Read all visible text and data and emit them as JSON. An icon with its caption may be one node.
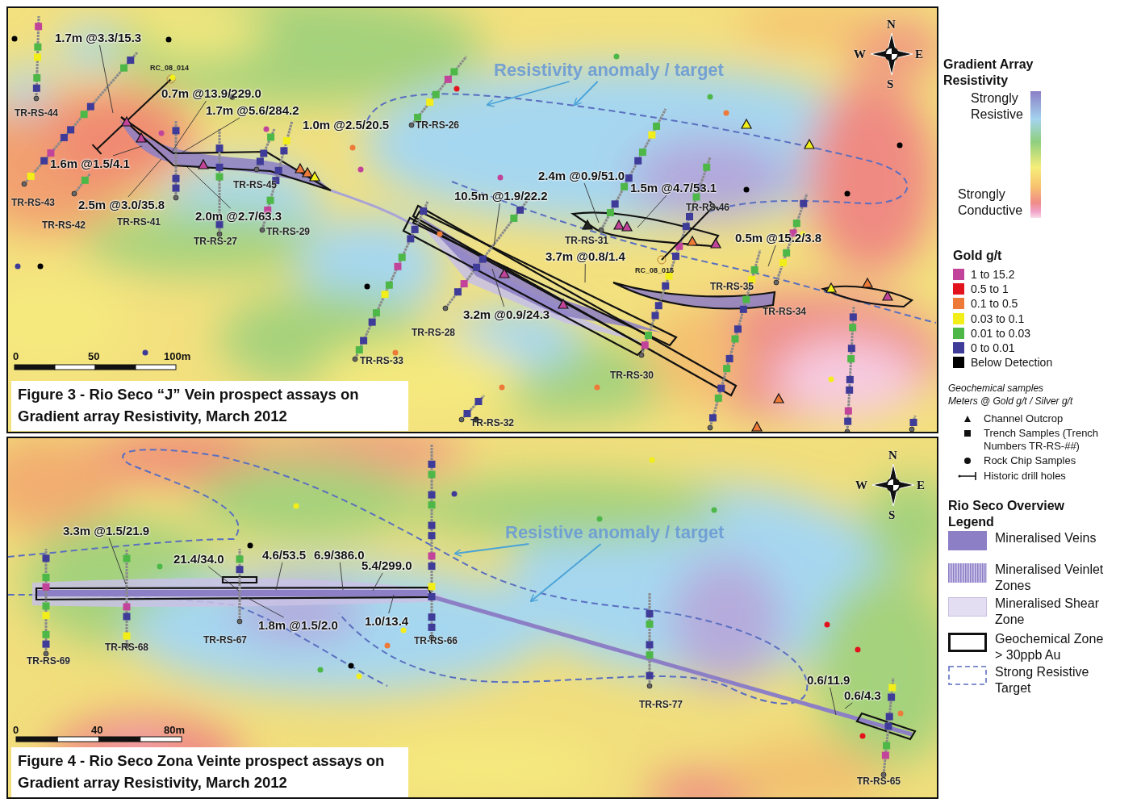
{
  "diagram": {
    "nodes": [
      {
        "text": [],
        "shape": "picture"
      },
      {
        "text": [
          "1.7m @3.3/15.3"
        ],
        "in": 0
      },
      {
        "text": [
          "0.7m @13.9/229.0"
        ],
        "in": 0
      },
      {
        "text": [
          "1.7m @5.6/284.2"
        ],
        "in": 0
      },
      {
        "text": [
          "1.6m @1.5/4.1"
        ],
        "in": 0
      },
      {
        "text": [
          "2.5m @3.0/35.8"
        ],
        "in": 0
      },
      {
        "text": [
          "2.0m @2.7/63.3"
        ],
        "in": 0
      },
      {
        "text": [
          "Resistivity anomaly / target"
        ],
        "in": 0
      },
      {
        "text": [
          "10.5m @1.9/22.2"
        ],
        "in": 0
      },
      {
        "text": [
          "2.4m @0.9/51.0"
        ],
        "in": 0
      },
      {
        "text": [
          "1.5m @4.7/53.1"
        ],
        "in": 0
      },
      {
        "text": [
          "3.7m @0.8/1.4"
        ],
        "in": 0
      },
      {
        "text": [
          "0.5m @15.2/3.8"
        ],
        "in": 0
      },
      {
        "text": [
          "3.2m @0.9/24.3"
        ],
        "in": 0
      },
      {
        "text": [
          "Figure 3 - Rio Seco “J” Vein prospect assays on Gradient array Resistivity, March 2012"
        ],
        "in": 0
      },
      {
        "text": [],
        "shape": "picture"
      },
      {
        "text": [
          "3.3m @1.5/21.9"
        ],
        "in": 15
      },
      {
        "text": [
          "Resistive anomaly / target"
        ],
        "in": 15
      },
      {
        "text": [
          "21.4/34.0"
        ],
        "in": 15
      },
      {
        "text": [
          "4.6/53.5"
        ],
        "in": 15
      },
      {
        "text": [
          "6.9/386.0"
        ],
        "in": 15
      },
      {
        "text": [
          "5.4/299.0"
        ],
        "in": 15
      },
      {
        "text": [
          "1.8m @1.5/2.0"
        ],
        "in": 15
      },
      {
        "text": [
          "1.0/13.4"
        ],
        "in": 15
      },
      {
        "text": [
          "0.6/11.9"
        ],
        "in": 15
      },
      {
        "text": [
          "0.6/4.3"
        ],
        "in": 15
      },
      {
        "text": [
          "Figure 4 - Rio Seco Zona Veinte prospect assays on Gradient array Resistivity, March 2012"
        ],
        "in": 15
      }
    ],
    "edges": [
      {
        "from": 1,
        "to": null,
        "arrow": "none"
      },
      {
        "from": 2,
        "to": null,
        "arrow": "none"
      },
      {
        "from": 3,
        "to": null,
        "arrow": "none"
      },
      {
        "from": 4,
        "to": null,
        "arrow": "none"
      },
      {
        "from": 5,
        "to": null,
        "arrow": "none"
      },
      {
        "from": 6,
        "to": null,
        "arrow": "none"
      },
      {
        "from": 7,
        "to": null,
        "arrow": "to",
        "color": "#4aa3d8"
      },
      {
        "from": 7,
        "to": null,
        "arrow": "to",
        "color": "#4aa3d8"
      },
      {
        "from": 8,
        "to": null,
        "arrow": "none"
      },
      {
        "from": 9,
        "to": null,
        "arrow": "none"
      },
      {
        "from": 10,
        "to": null,
        "arrow": "none"
      },
      {
        "from": 11,
        "to": null,
        "arrow": "none"
      },
      {
        "from": 13,
        "to": null,
        "arrow": "none"
      },
      {
        "from": 12,
        "to": null,
        "arrow": "none"
      },
      {
        "from": 16,
        "to": null,
        "arrow": "none"
      },
      {
        "from": 17,
        "to": null,
        "arrow": "to",
        "color": "#4aa3d8"
      },
      {
        "from": 17,
        "to": null,
        "arrow": "to",
        "color": "#4aa3d8"
      },
      {
        "from": 18,
        "to": null,
        "arrow": "none"
      },
      {
        "from": 19,
        "to": null,
        "arrow": "none"
      },
      {
        "from": 20,
        "to": null,
        "arrow": "none"
      },
      {
        "from": 21,
        "to": null,
        "arrow": "none"
      },
      {
        "from": 22,
        "to": null,
        "arrow": "none"
      },
      {
        "from": 23,
        "to": null,
        "arrow": "none"
      },
      {
        "from": 24,
        "to": null,
        "arrow": "none"
      },
      {
        "from": 25,
        "to": null,
        "arrow": "none"
      }
    ],
    "labels": [
      "1.0m @2.5/20.5",
      "TR-RS-44",
      "TR-RS-26",
      "RC_08_014",
      "TR-RS-43",
      "TR-RS-45",
      "TR-RS-42",
      "TR-RS-41",
      "TR-RS-27",
      "TR-RS-29",
      "TR-RS-46",
      "TR-RS-31",
      "RC_08_015",
      "TR-RS-35",
      "TR-RS-34",
      "TR-RS-28",
      "TR-RS-30",
      "TR-RS-33",
      "TR-RS-32",
      "0",
      "50",
      "100m",
      "N",
      "W",
      "E",
      "S",
      "Gradient Array Resistivity",
      "Strongly Resistive",
      "Strongly Conductive",
      "Gold g/t",
      "Geochemical samples",
      "Meters @ Gold g/t / Silver g/t",
      "TR-RS-69",
      "TR-RS-68",
      "TR-RS-67",
      "TR-RS-66",
      "TR-RS-77",
      "TR-RS-65",
      "0",
      "40",
      "80m",
      "N",
      "W",
      "E",
      "S",
      "Rio Seco Overview Legend"
    ],
    "legend": [
      {
        "text": "1 to 15.2",
        "color": "#c2449a"
      },
      {
        "text": "0.5 to 1",
        "color": "#e3131e"
      },
      {
        "text": "0.1 to 0.5",
        "color": "#ee7a3a"
      },
      {
        "text": "0.03 to 0.1",
        "color": "#f2ee1a"
      },
      {
        "text": "0.01 to 0.03",
        "color": "#4db848"
      },
      {
        "text": "0 to 0.01",
        "color": "#3f3b98"
      },
      {
        "text": "Below Detection",
        "color": "#000000"
      },
      {
        "text": "Channel Outcrop"
      },
      {
        "text": "Trench Samples (Trench Numbers TR-RS-##)"
      },
      {
        "text": "Rock Chip Samples"
      },
      {
        "text": "Historic drill holes"
      },
      {
        "text": "Mineralised Veins",
        "color": "#8c7fc6"
      },
      {
        "text": "Mineralised Veinlet Zones"
      },
      {
        "text": "Mineralised Shear Zone"
      },
      {
        "text": "Geochemical Zone > 30ppb Au"
      },
      {
        "text": "Strong Resistive Target"
      }
    ]
  }
}
